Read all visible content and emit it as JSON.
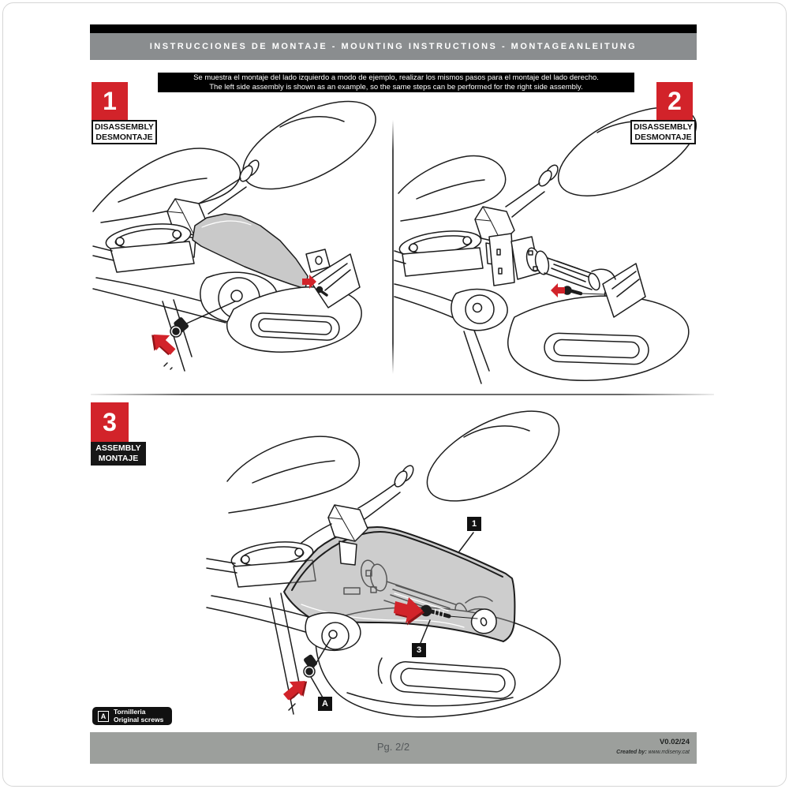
{
  "header": {
    "title": "INSTRUCCIONES DE MONTAJE - MOUNTING INSTRUCTIONS - MONTAGEANLEITUNG"
  },
  "notice": {
    "line1": "Se muestra el montaje del lado izquierdo a modo de ejemplo, realizar los mismos pasos para el montaje del lado derecho.",
    "line2": "The left side assembly is shown as an example, so the same steps can be performed for the right side assembly."
  },
  "steps": [
    {
      "number": "1",
      "label1": "DISASSEMBLY",
      "label2": "DESMONTAJE"
    },
    {
      "number": "2",
      "label1": "DISASSEMBLY",
      "label2": "DESMONTAJE"
    },
    {
      "number": "3",
      "label1": "ASSEMBLY",
      "label2": "MONTAJE"
    }
  ],
  "callouts": {
    "part": "1",
    "screw": "3",
    "original_screw": "A"
  },
  "legend": {
    "icon": "A",
    "line1": "Tornilleria",
    "line2": "Original screws"
  },
  "footer": {
    "page": "Pg. 2/2",
    "version": "V0.02/24",
    "credit_label": "Created by:",
    "credit_url": "www.rrdiseny.cat"
  },
  "colors": {
    "accent_red": "#d2232a",
    "header_gray": "#8a8d8f",
    "footer_gray": "#9c9f9c",
    "panel_gray": "#c9c9c9",
    "line": "#1d1d1d"
  }
}
